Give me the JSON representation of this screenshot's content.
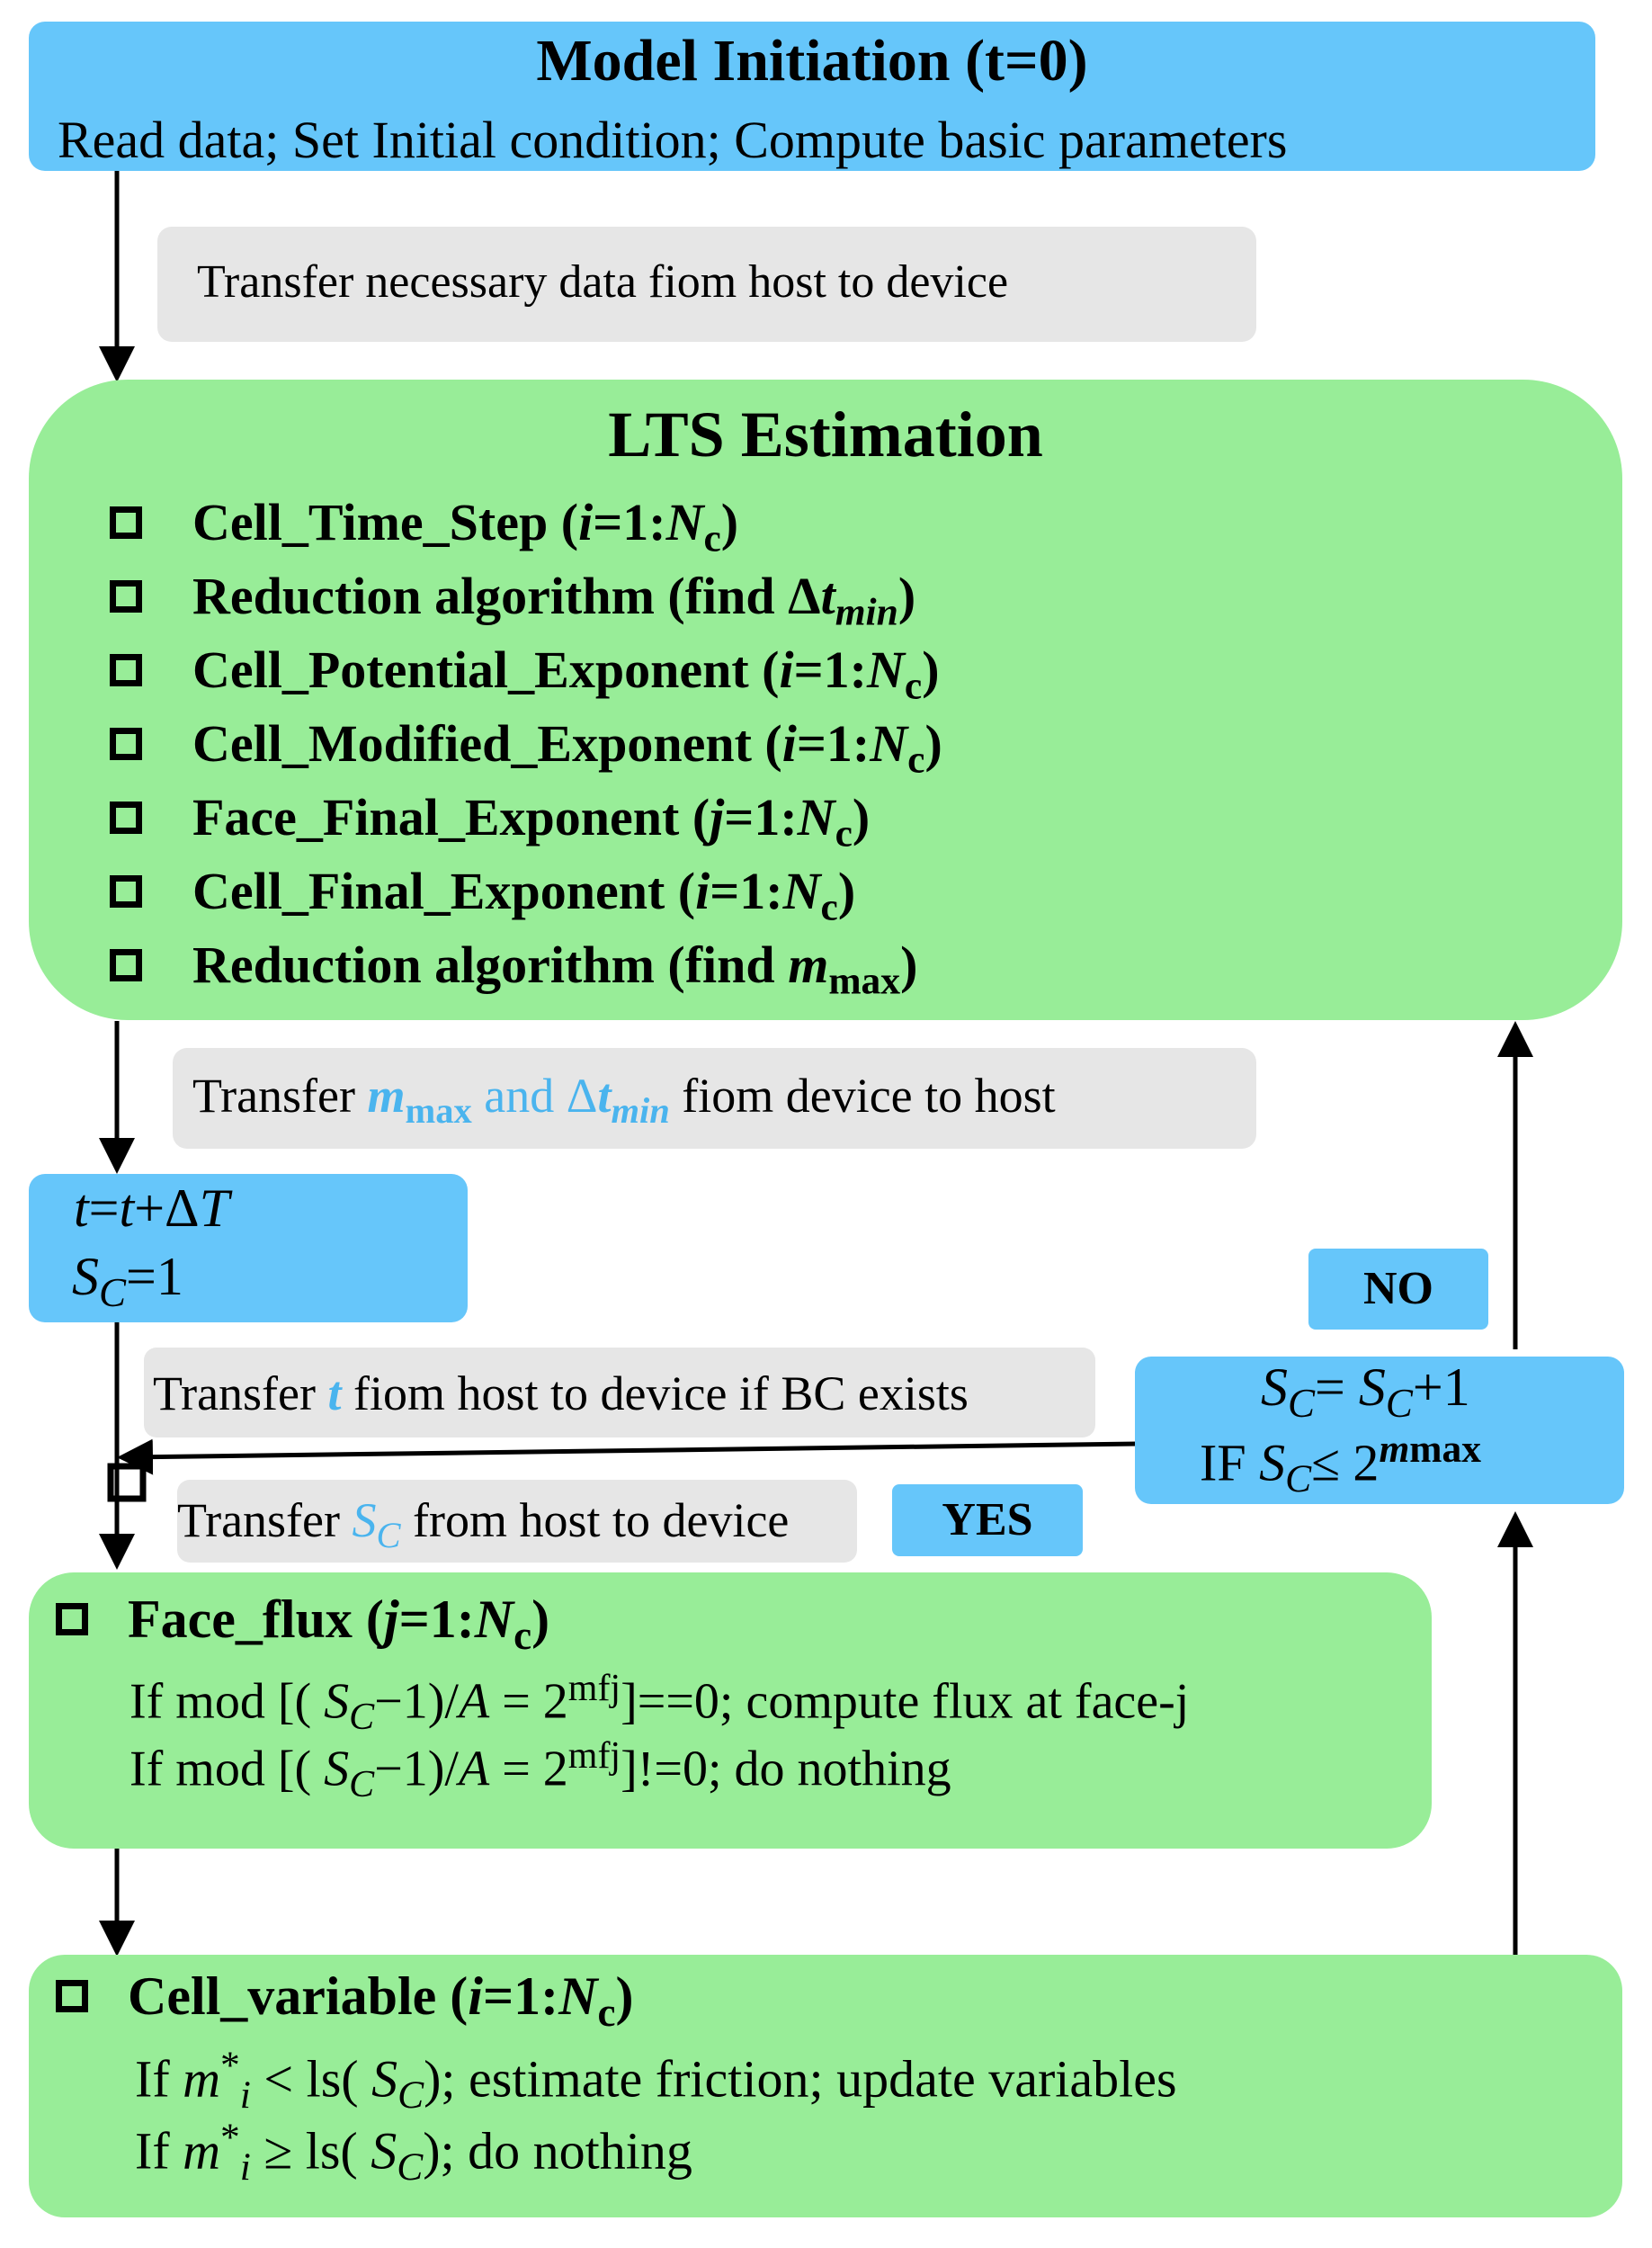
{
  "model_init": {
    "title": "Model Initiation (t=0)",
    "subtitle": "Read data; Set Initial condition; Compute basic parameters"
  },
  "transfer1": "Transfer necessary data fiom host to device",
  "lts": {
    "title": "LTS Estimation",
    "items": [
      {
        "name": "Cell_Time_Step (",
        "var": "i",
        "range": "=1:",
        "n": "N",
        "sub": "c",
        "close": ")"
      },
      {
        "name": "Reduction algorithm (find Δ",
        "var": "t",
        "sub": "min",
        "close": ")"
      },
      {
        "name": "Cell_Potential_Exponent (",
        "var": "i",
        "range": "=1:",
        "n": "N",
        "sub": "c",
        "close": ")"
      },
      {
        "name": "Cell_Modified_Exponent (",
        "var": "i",
        "range": "=1:",
        "n": "N",
        "sub": "c",
        "close": ")"
      },
      {
        "name": "Face_Final_Exponent (",
        "var": "j",
        "range": "=1:",
        "n": "N",
        "sub": "c",
        "close": ")"
      },
      {
        "name": "Cell_Final_Exponent (",
        "var": "i",
        "range": "=1:",
        "n": "N",
        "sub": "c",
        "close": ")"
      },
      {
        "name": "Reduction algorithm (find ",
        "var": "m",
        "sub": "max",
        "close": ")"
      }
    ]
  },
  "transfer2": {
    "pre": "Transfer ",
    "m": "m",
    "msub": "max",
    "and": " and ",
    "dt": "Δ",
    "t": "t",
    "tsub": "min",
    "post": " fiom device to host"
  },
  "time_box": {
    "line1_t": "t",
    "line1_eq": "=",
    "line1_t2": "t",
    "line1_rest": "+Δ",
    "line1_T": "T",
    "line2_S": "S",
    "line2_sub": "C",
    "line2_rest": "=1"
  },
  "transfer3": {
    "pre": "Transfer ",
    "t": "t",
    "post": " fiom host to device if BC exists"
  },
  "transfer4": {
    "pre": "Transfer ",
    "S": "S",
    "sub": "C",
    "post": " from host to device"
  },
  "no_label": "NO",
  "yes_label": "YES",
  "counter_box": {
    "l1_S": "S",
    "l1_sub": "C",
    "l1_eq": "=  ",
    "l1_S2": "S",
    "l1_sub2": "C",
    "l1_rest": "+1",
    "l2_if": "IF  ",
    "l2_S": "S",
    "l2_sub": "C",
    "l2_le": "≤ 2",
    "l2_m": "m",
    "l2_msub": "max"
  },
  "face_flux": {
    "title_name": "Face_flux (",
    "var": "j",
    "range": "=1:",
    "n": "N",
    "sub": "c",
    "close": ")",
    "line1_pre": "If mod [( ",
    "line1_S": "S",
    "line1_sub": "C",
    "line1_mid": "−1)/",
    "line1_A": "A",
    "line1_eq": " = 2",
    "line1_exp": "mfj",
    "line1_post": "]==0; compute flux at face-j",
    "line2_pre": "If mod [( ",
    "line2_S": "S",
    "line2_sub": "C",
    "line2_mid": "−1)/",
    "line2_A": "A",
    "line2_eq": " = 2",
    "line2_exp": "mfj",
    "line2_post": "]!=0; do nothing"
  },
  "cell_var": {
    "title_name": "Cell_variable (",
    "var": "i",
    "range": "=1:",
    "n": "N",
    "sub": "c",
    "close": ")",
    "line1_pre": "If ",
    "line1_m": "m",
    "line1_sup": "*",
    "line1_sub": "i",
    "line1_op": " < ls( ",
    "line1_S": "S",
    "line1_Ssub": "C",
    "line1_post": "); estimate friction; update variables",
    "line2_pre": "If ",
    "line2_m": "m",
    "line2_sup": "*",
    "line2_sub": "i",
    "line2_op": " ≥ ls( ",
    "line2_S": "S",
    "line2_Ssub": "C",
    "line2_post": "); do nothing"
  }
}
